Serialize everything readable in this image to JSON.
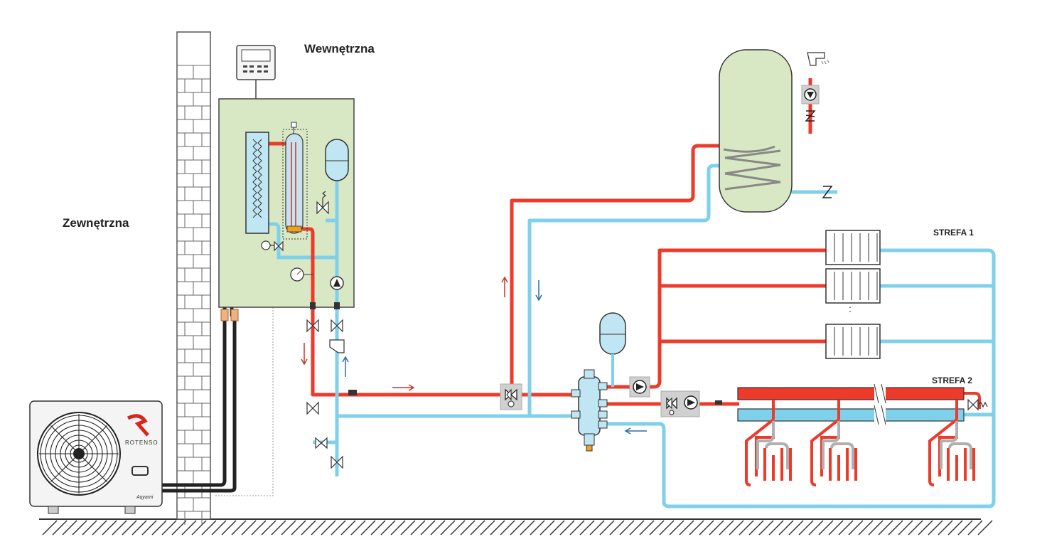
{
  "labels": {
    "outdoor": "Zewnętrzna",
    "indoor": "Wewnętrzna",
    "zone1": "STREFA 1",
    "zone2": "STREFA 2"
  },
  "outdoor_unit": {
    "brand": "ROTENSO",
    "model": "Aqyami"
  },
  "radiator_gap_marker": ":",
  "colors": {
    "supply": "#ee3a2a",
    "return": "#7fd0ea",
    "refrigerant": "#222222",
    "indoor_unit_fill": "#d9e8c4",
    "tank_fill": "#d9e8c4",
    "brick": "#666666"
  }
}
